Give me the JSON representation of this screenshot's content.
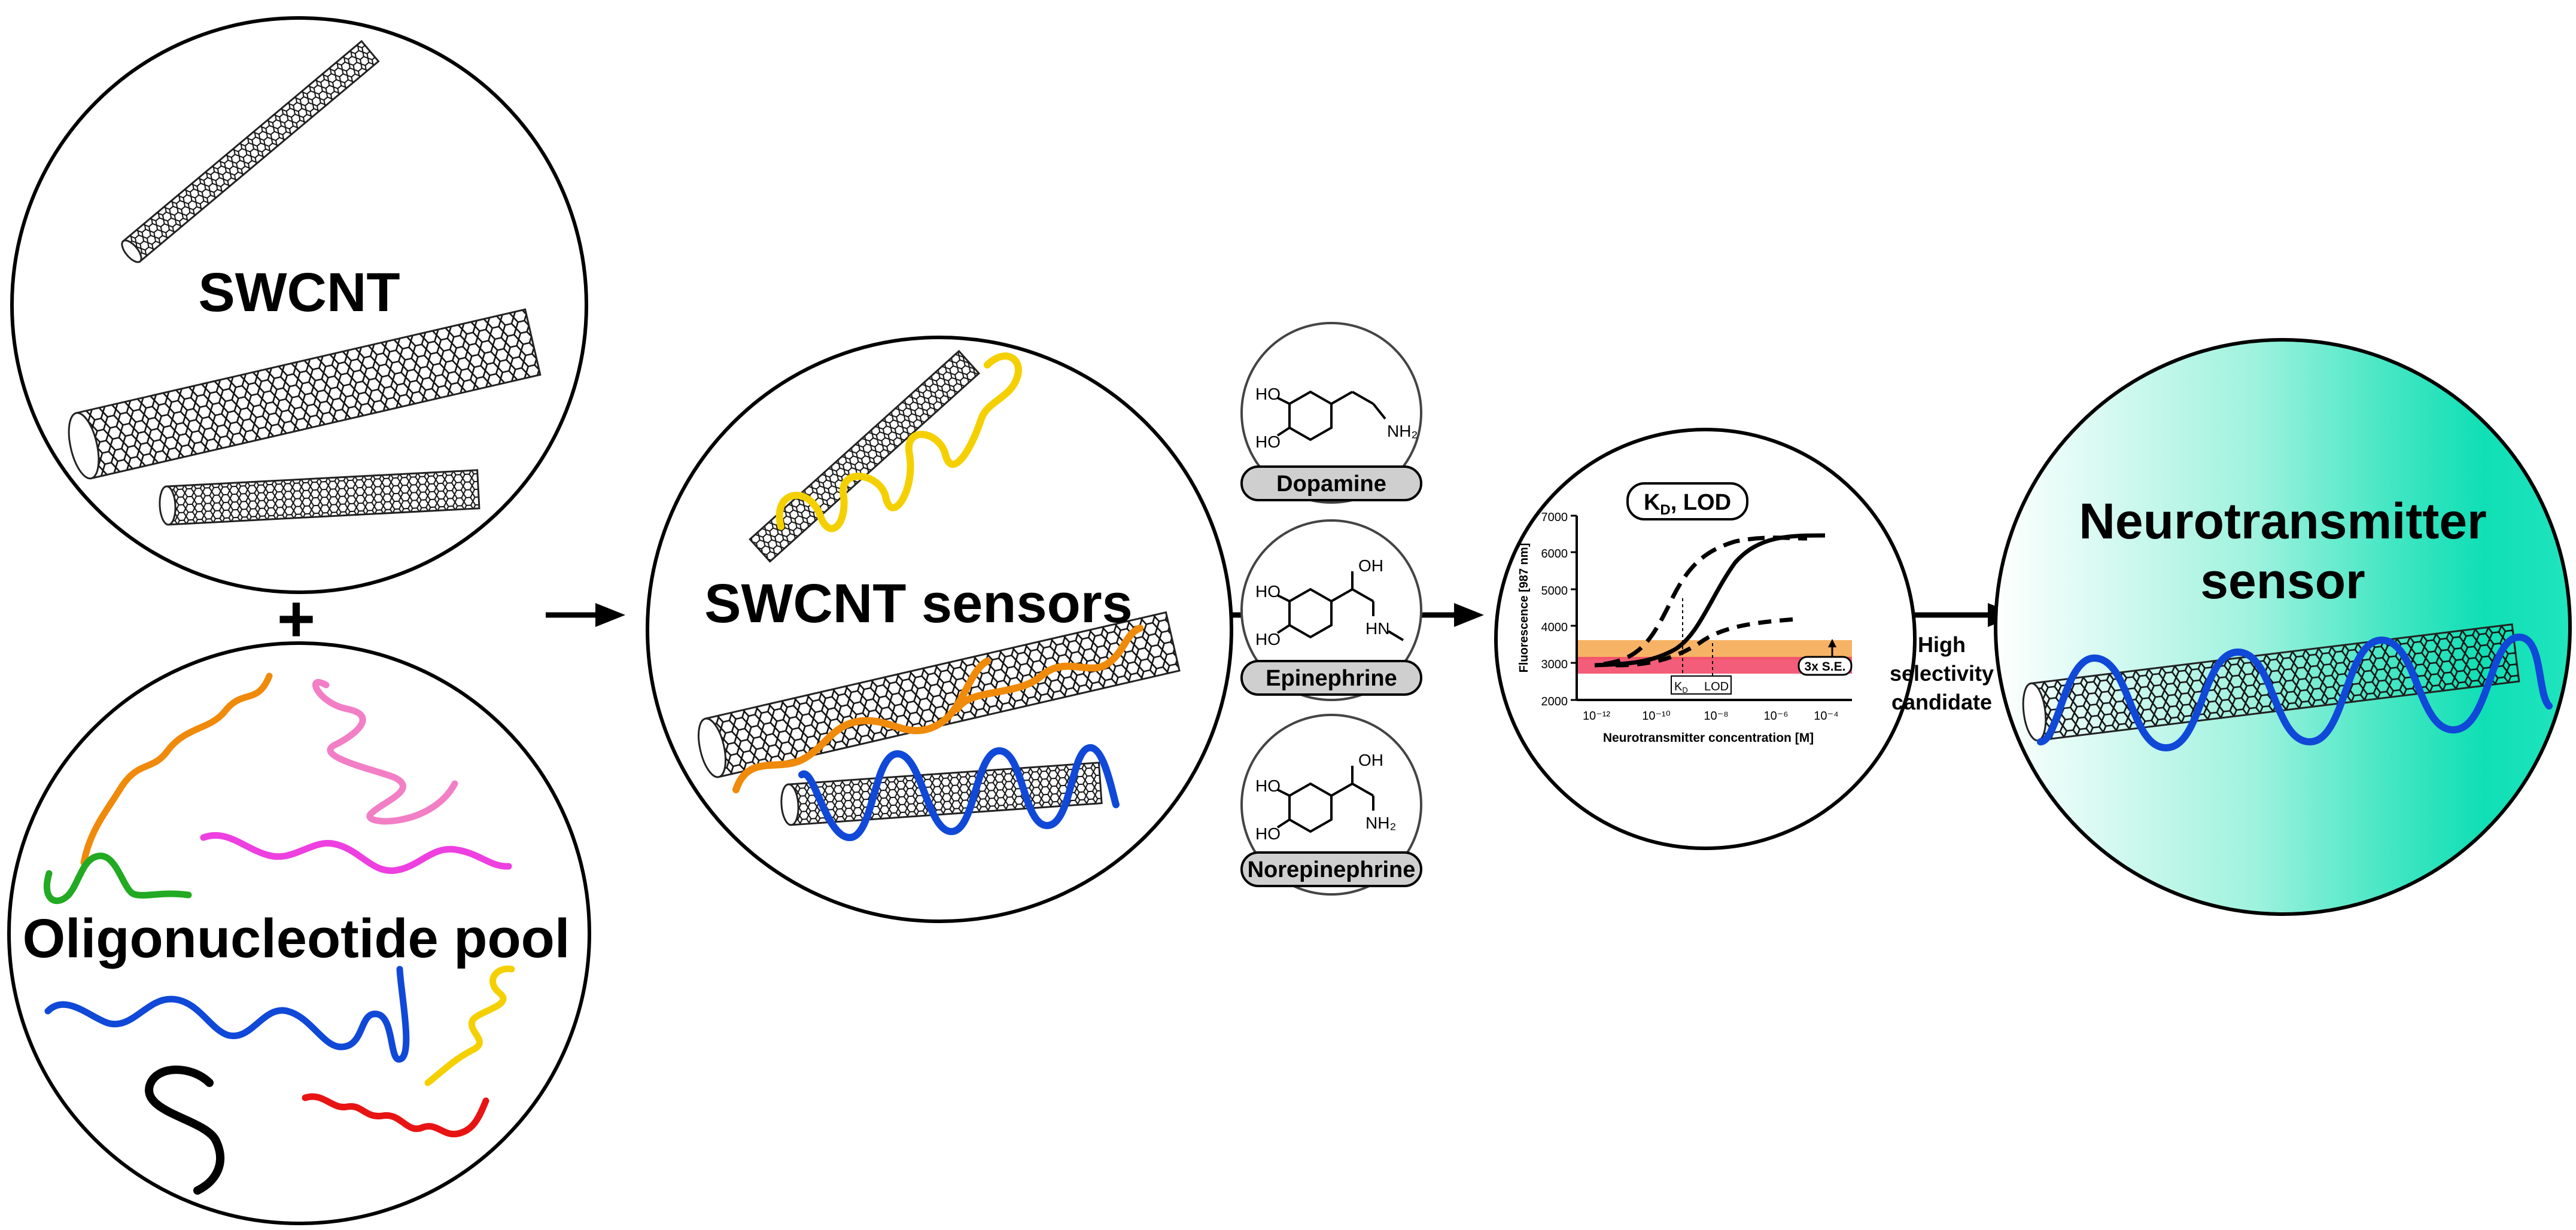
{
  "labels": {
    "swcnt": "SWCNT",
    "plus": "+",
    "pool": "Oligonucleotide pool",
    "sensors": "SWCNT sensors",
    "final_line1": "Neurotransmitter",
    "final_line2": "sensor",
    "selectivity_line1": "High",
    "selectivity_line2": "selectivity",
    "selectivity_line3": "candidate"
  },
  "molecules": [
    {
      "name": "Dopamine",
      "ho1": "HO",
      "ho2": "HO",
      "amine": "NH₂",
      "oh": ""
    },
    {
      "name": "Epinephrine",
      "ho1": "HO",
      "ho2": "HO",
      "amine": "HN",
      "oh": "OH"
    },
    {
      "name": "Norepinephrine",
      "ho1": "HO",
      "ho2": "HO",
      "amine": "NH₂",
      "oh": "OH"
    }
  ],
  "plot": {
    "title": "K_D, LOD",
    "ylabel": "Fluorescence [987 nm]",
    "xlabel": "Neurotransmitter concentration [M]",
    "yticks": [
      "2000",
      "3000",
      "4000",
      "5000",
      "6000",
      "7000"
    ],
    "xticks": [
      "10⁻¹²",
      "10⁻¹⁰",
      "10⁻⁸",
      "10⁻⁶",
      "10⁻⁴"
    ],
    "kd_label": "K_D",
    "lod_label": "LOD",
    "se_label": "3x S.E."
  },
  "colors": {
    "yellow": "#f5d000",
    "orange": "#f08a0a",
    "pink": "#f27fc6",
    "magenta": "#ee3fe0",
    "green": "#22aa22",
    "blue": "#1048d8",
    "black": "#000000",
    "red": "#e81414",
    "mint": "#11e0b8",
    "pill_fill": "#cfcfcf",
    "band_red": "#f24b6a",
    "band_orange": "#f6a64a"
  }
}
